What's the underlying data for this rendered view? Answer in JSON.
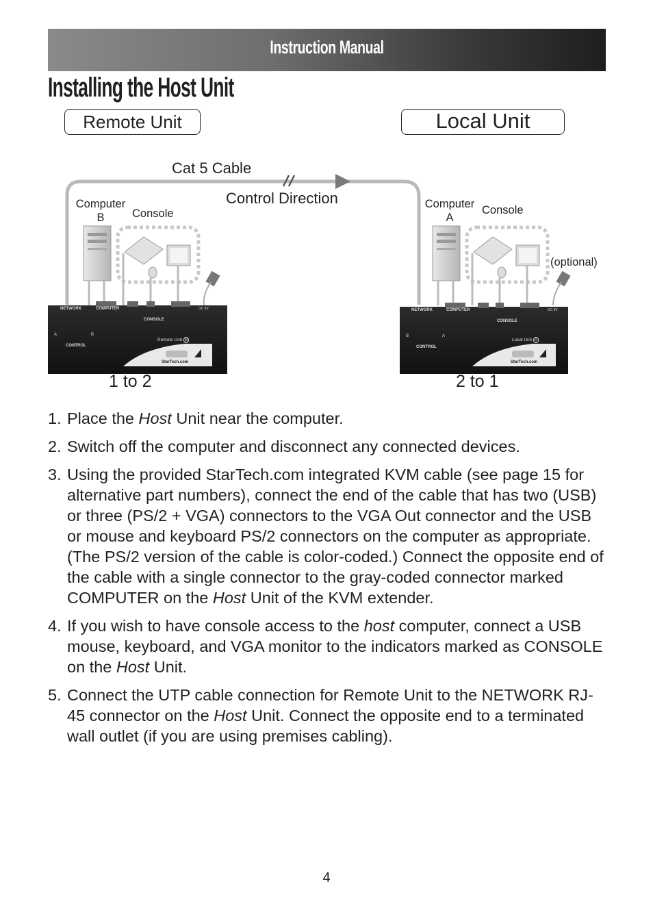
{
  "header": {
    "title": "Instruction Manual"
  },
  "page_title": "Installing the Host Unit",
  "diagram": {
    "remote_unit_label": "Remote Unit",
    "local_unit_label": "Local Unit",
    "cable_label": "Cat 5 Cable",
    "direction_label": "Control Direction",
    "remote": {
      "computer_label_line1": "Computer",
      "computer_label_line2": "B",
      "console_label": "Console",
      "ratio_label": "1 to 2",
      "port_network": "NETWORK",
      "port_computer": "COMPUTER",
      "port_console": "CONSOLE",
      "port_control": "CONTROL",
      "port_a": "A",
      "port_b": "B",
      "box_name": "Remote Unit",
      "box_badge": "B"
    },
    "local": {
      "computer_label_line1": "Computer",
      "computer_label_line2": "A",
      "console_label": "Console",
      "optional_label": "(optional)",
      "ratio_label": "2 to 1",
      "port_network": "NETWORK",
      "port_computer": "COMPUTER",
      "port_console": "CONSOLE",
      "port_control": "CONTROL",
      "port_a": "A",
      "port_b": "B",
      "box_name": "Local Unit",
      "box_badge": "A"
    },
    "brand": "StarTech.com",
    "power_label": "DC 9V"
  },
  "steps": [
    {
      "number": "1.",
      "parts": [
        {
          "t": "Place the "
        },
        {
          "t": "Host",
          "i": true
        },
        {
          "t": " Unit near the computer."
        }
      ]
    },
    {
      "number": "2.",
      "parts": [
        {
          "t": "Switch off the computer and disconnect any connected devices."
        }
      ]
    },
    {
      "number": "3.",
      "parts": [
        {
          "t": "Using the provided StarTech.com integrated KVM cable (see page 15 for alternative part numbers), connect the end of the cable that has two (USB) or three (PS/2 + VGA) connectors to the VGA Out connector and the USB or mouse and keyboard PS/2 connectors on the computer as appropriate.  (The PS/2 version of the cable is color-coded.) Connect the opposite end of the cable with a single connector to the gray-coded connector marked COMPUTER on the "
        },
        {
          "t": "Host",
          "i": true
        },
        {
          "t": " Unit of the KVM extender."
        }
      ]
    },
    {
      "number": "4.",
      "parts": [
        {
          "t": "If you wish to have console access to the "
        },
        {
          "t": "host",
          "i": true
        },
        {
          "t": " computer, connect a USB mouse, keyboard, and VGA monitor to the indicators marked as CONSOLE on the "
        },
        {
          "t": "Host",
          "i": true
        },
        {
          "t": " Unit."
        }
      ]
    },
    {
      "number": "5.",
      "parts": [
        {
          "t": "Connect the UTP cable connection for Remote Unit to the NETWORK RJ-45 connector on the "
        },
        {
          "t": "Host",
          "i": true
        },
        {
          "t": " Unit.  Connect the opposite end to a terminated wall outlet (if you are using premises cabling)."
        }
      ]
    }
  ],
  "page_number": "4"
}
